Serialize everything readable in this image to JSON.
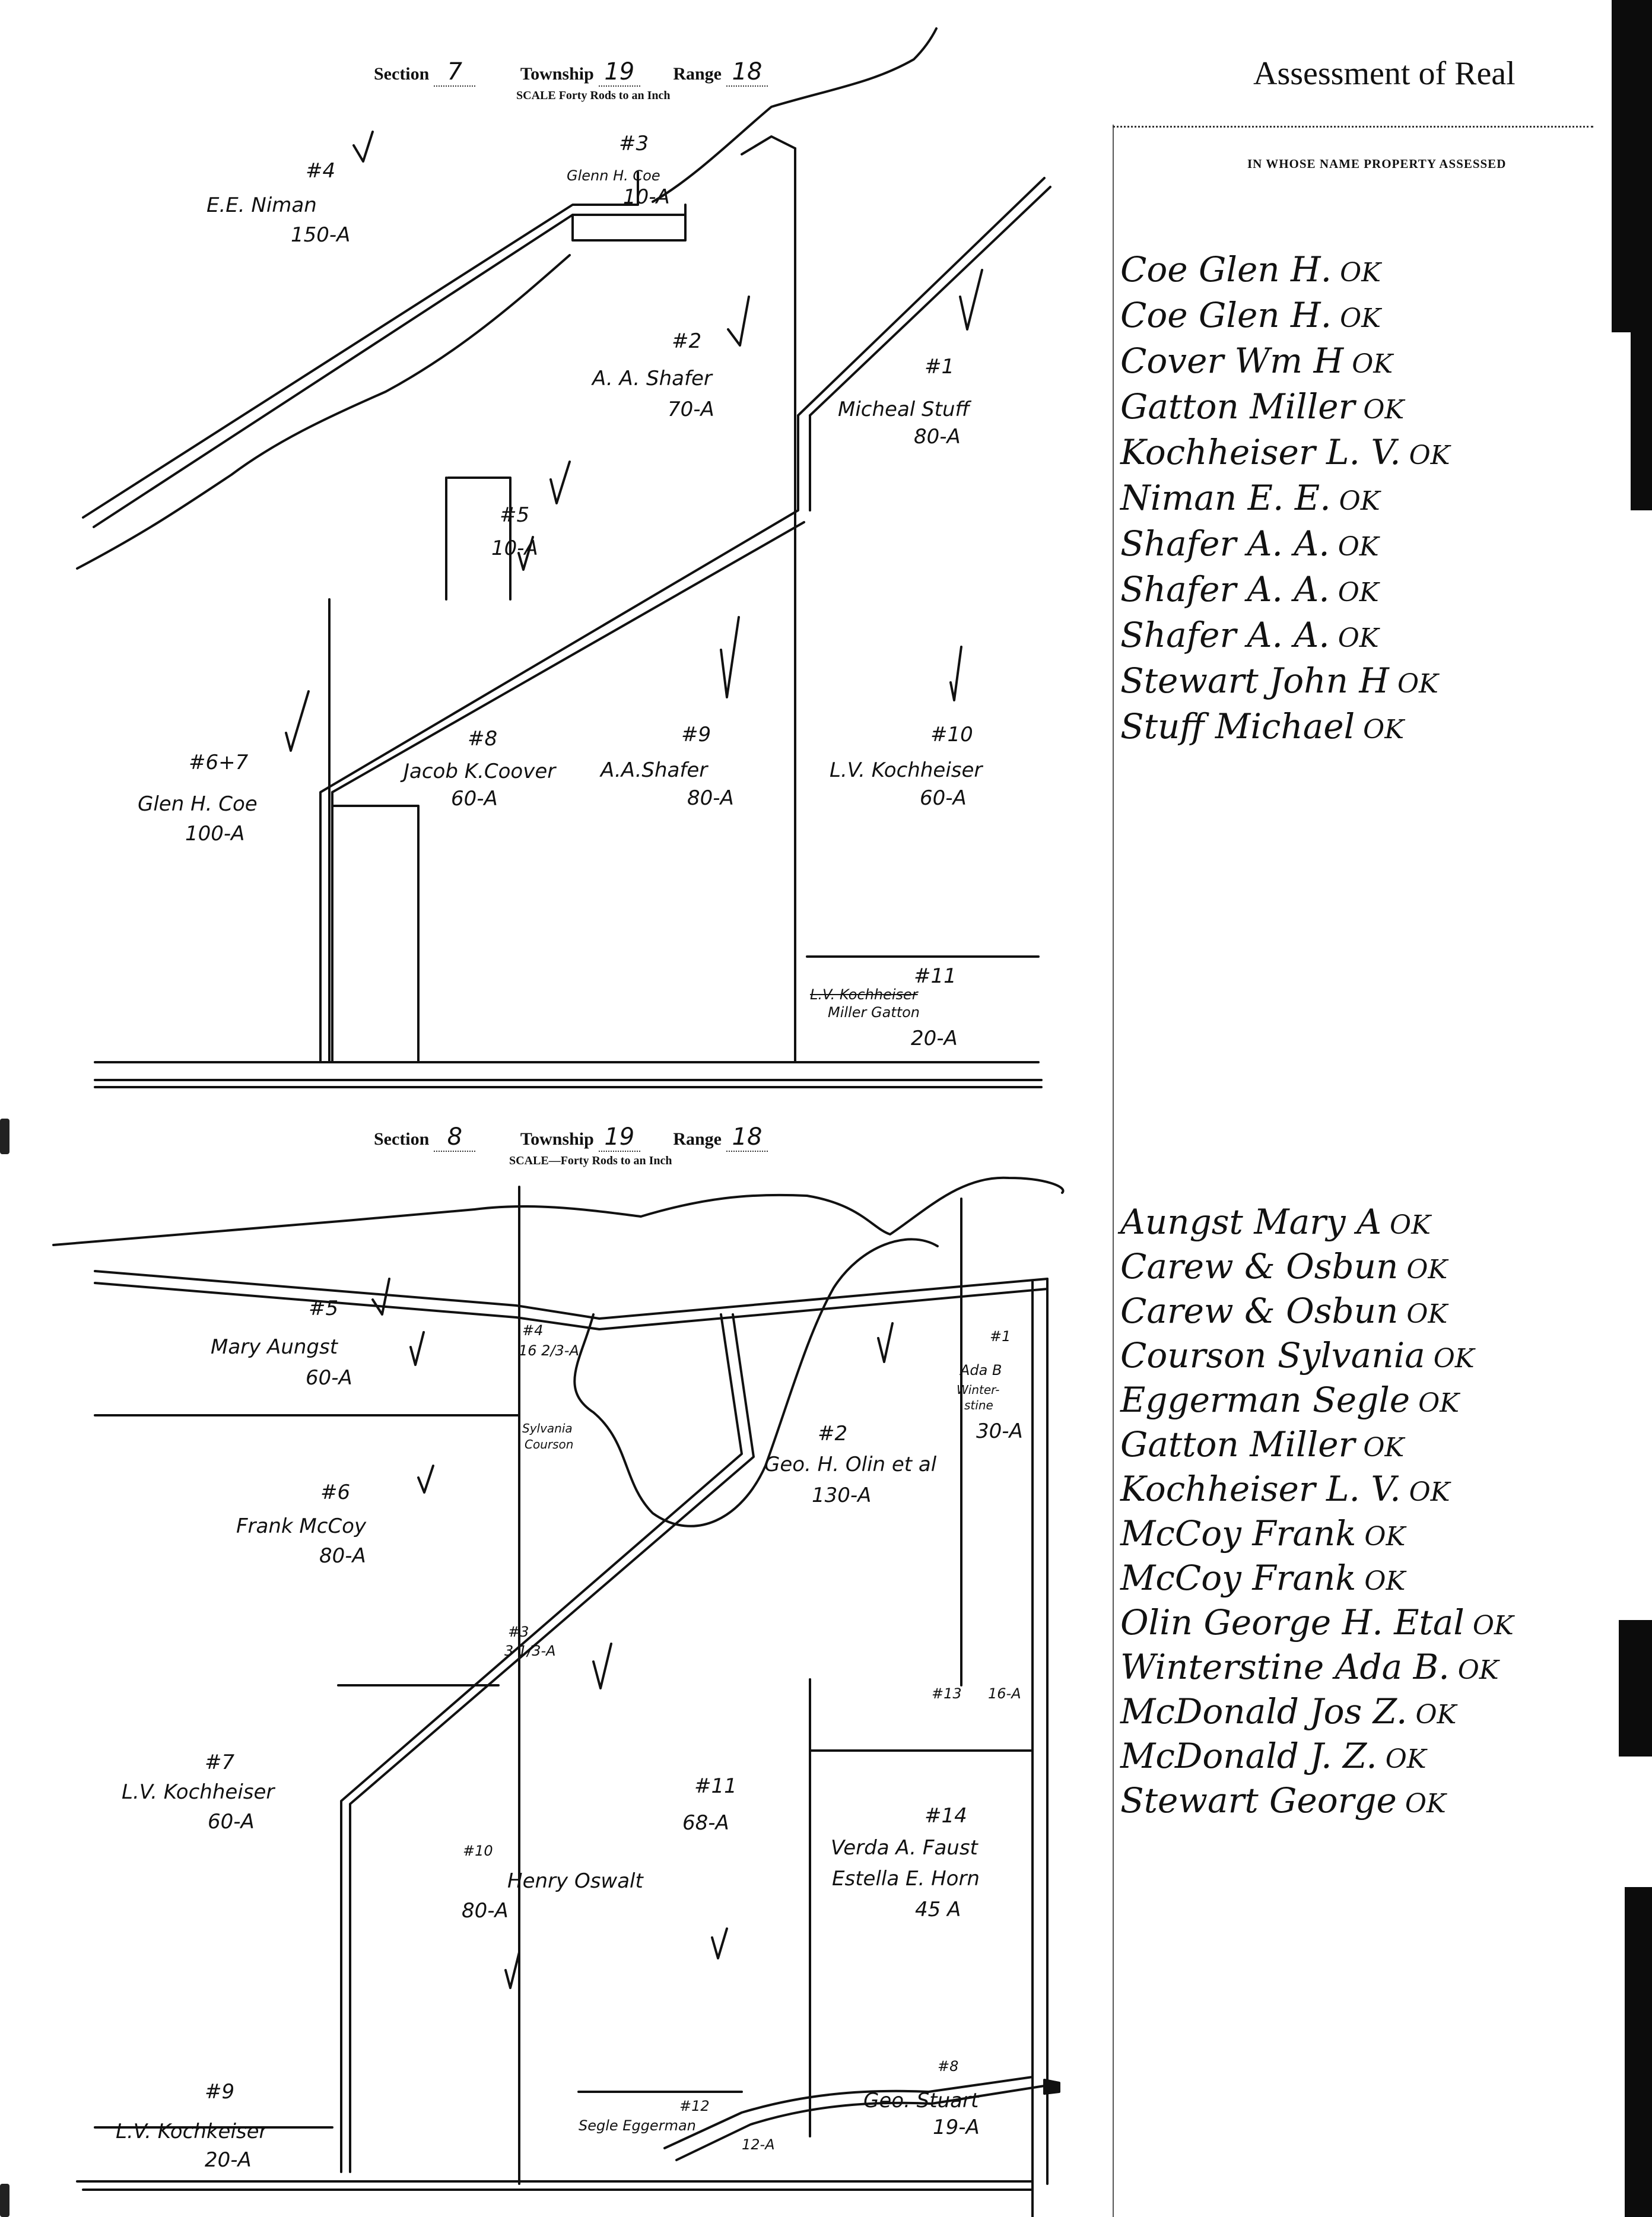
{
  "section7": {
    "section_label": "Section",
    "section_value": "7",
    "township_label": "Township",
    "township_value": "19",
    "range_label": "Range",
    "range_value": "18",
    "scale": "SCALE Forty Rods to an Inch",
    "parcels": {
      "p4_num": "#4",
      "p4_name": "E.E. Niman",
      "p4_area": "150-A",
      "p3_num": "#3",
      "p3_name": "Glenn H. Coe",
      "p3_area": "10-A",
      "p2_num": "#2",
      "p2_name": "A. A. Shafer",
      "p2_area": "70-A",
      "p1_num": "#1",
      "p1_name": "Micheal Stuff",
      "p1_area": "80-A",
      "p5_num": "#5",
      "p5_area": "10-A",
      "p67_num": "#6+7",
      "p67_name": "Glen H. Coe",
      "p67_area": "100-A",
      "p8_num": "#8",
      "p8_name": "Jacob K.Coover",
      "p8_area": "60-A",
      "p9_num": "#9",
      "p9_name": "A.A.Shafer",
      "p9_area": "80-A",
      "p10_num": "#10",
      "p10_name": "L.V. Kochheiser",
      "p10_area": "60-A",
      "p11_num": "#11",
      "p11_name_struck": "L.V. Kochheiser",
      "p11_name": "Miller Gatton",
      "p11_area": "20-A"
    }
  },
  "section8": {
    "section_label": "Section",
    "section_value": "8",
    "township_label": "Township",
    "township_value": "19",
    "range_label": "Range",
    "range_value": "18",
    "scale": "SCALE—Forty Rods to an Inch",
    "parcels": {
      "p5_num": "#5",
      "p5_name": "Mary Aungst",
      "p5_area": "60-A",
      "p4_num": "#4",
      "p4_area": "16 2/3-A",
      "p1_num": "#1",
      "p1_name_a": "Ada B",
      "p1_name_b": "Winter-",
      "p1_name_c": "stine",
      "p1_area": "30-A",
      "sylvania_a": "Sylvania",
      "sylvania_b": "Courson",
      "p2_num": "#2",
      "p2_name": "Geo. H. Olin et al",
      "p2_area": "130-A",
      "p6_num": "#6",
      "p6_name": "Frank McCoy",
      "p6_area": "80-A",
      "p3_num": "#3",
      "p3_area": "3 1/3-A",
      "p13_num": "#13",
      "p13_area": "16-A",
      "p7_num": "#7",
      "p7_name": "L.V. Kochheiser",
      "p7_area": "60-A",
      "p11_num": "#11",
      "p11_area": "68-A",
      "p10_num": "#10",
      "p10_name": "Henry Oswalt",
      "p10_area": "80-A",
      "p14_num": "#14",
      "p14_name_a": "Verda A. Faust",
      "p14_name_b": "Estella E. Horn",
      "p14_area": "45 A",
      "p9_num": "#9",
      "p9_name": "L.V. Kochkeiser",
      "p9_area": "20-A",
      "p12_num": "#12",
      "p12_name": "Segle Eggerman",
      "p12_area": "12-A",
      "p8_num": "#8",
      "p8_name": "Geo. Stuart",
      "p8_area": "19-A"
    }
  },
  "ledger": {
    "title": "Assessment of Real",
    "column_header": "IN WHOSE NAME PROPERTY ASSESSED",
    "section7_owners": [
      {
        "name": "Coe Glen H.",
        "mark": "OK"
      },
      {
        "name": "Coe Glen H.",
        "mark": "OK"
      },
      {
        "name": "Cover Wm H",
        "mark": "OK"
      },
      {
        "name": "Gatton Miller",
        "mark": "OK"
      },
      {
        "name": "Kochheiser L. V.",
        "mark": "OK"
      },
      {
        "name": "Niman E. E.",
        "mark": "OK"
      },
      {
        "name": "Shafer A. A.",
        "mark": "OK"
      },
      {
        "name": "Shafer A. A.",
        "mark": "OK"
      },
      {
        "name": "Shafer A. A.",
        "mark": "OK"
      },
      {
        "name": "Stewart John H",
        "mark": "OK"
      },
      {
        "name": "Stuff Michael",
        "mark": "OK"
      }
    ],
    "section8_owners": [
      {
        "name": "Aungst Mary A",
        "mark": "OK"
      },
      {
        "name": "Carew & Osbun",
        "mark": "OK"
      },
      {
        "name": "Carew & Osbun",
        "mark": "OK"
      },
      {
        "name": "Courson Sylvania",
        "mark": "OK"
      },
      {
        "name": "Eggerman Segle",
        "mark": "OK"
      },
      {
        "name": "Gatton Miller",
        "mark": "OK"
      },
      {
        "name": "Kochheiser L. V.",
        "mark": "OK"
      },
      {
        "name": "McCoy Frank",
        "mark": "OK"
      },
      {
        "name": "McCoy Frank",
        "mark": "OK"
      },
      {
        "name": "Olin George H. Etal",
        "mark": "OK"
      },
      {
        "name": "Winterstine Ada B.",
        "mark": "OK"
      },
      {
        "name": "McDonald Jos Z.",
        "mark": "OK"
      },
      {
        "name": "McDonald J. Z.",
        "mark": "OK"
      },
      {
        "name": "Stewart George",
        "mark": "OK"
      }
    ]
  }
}
